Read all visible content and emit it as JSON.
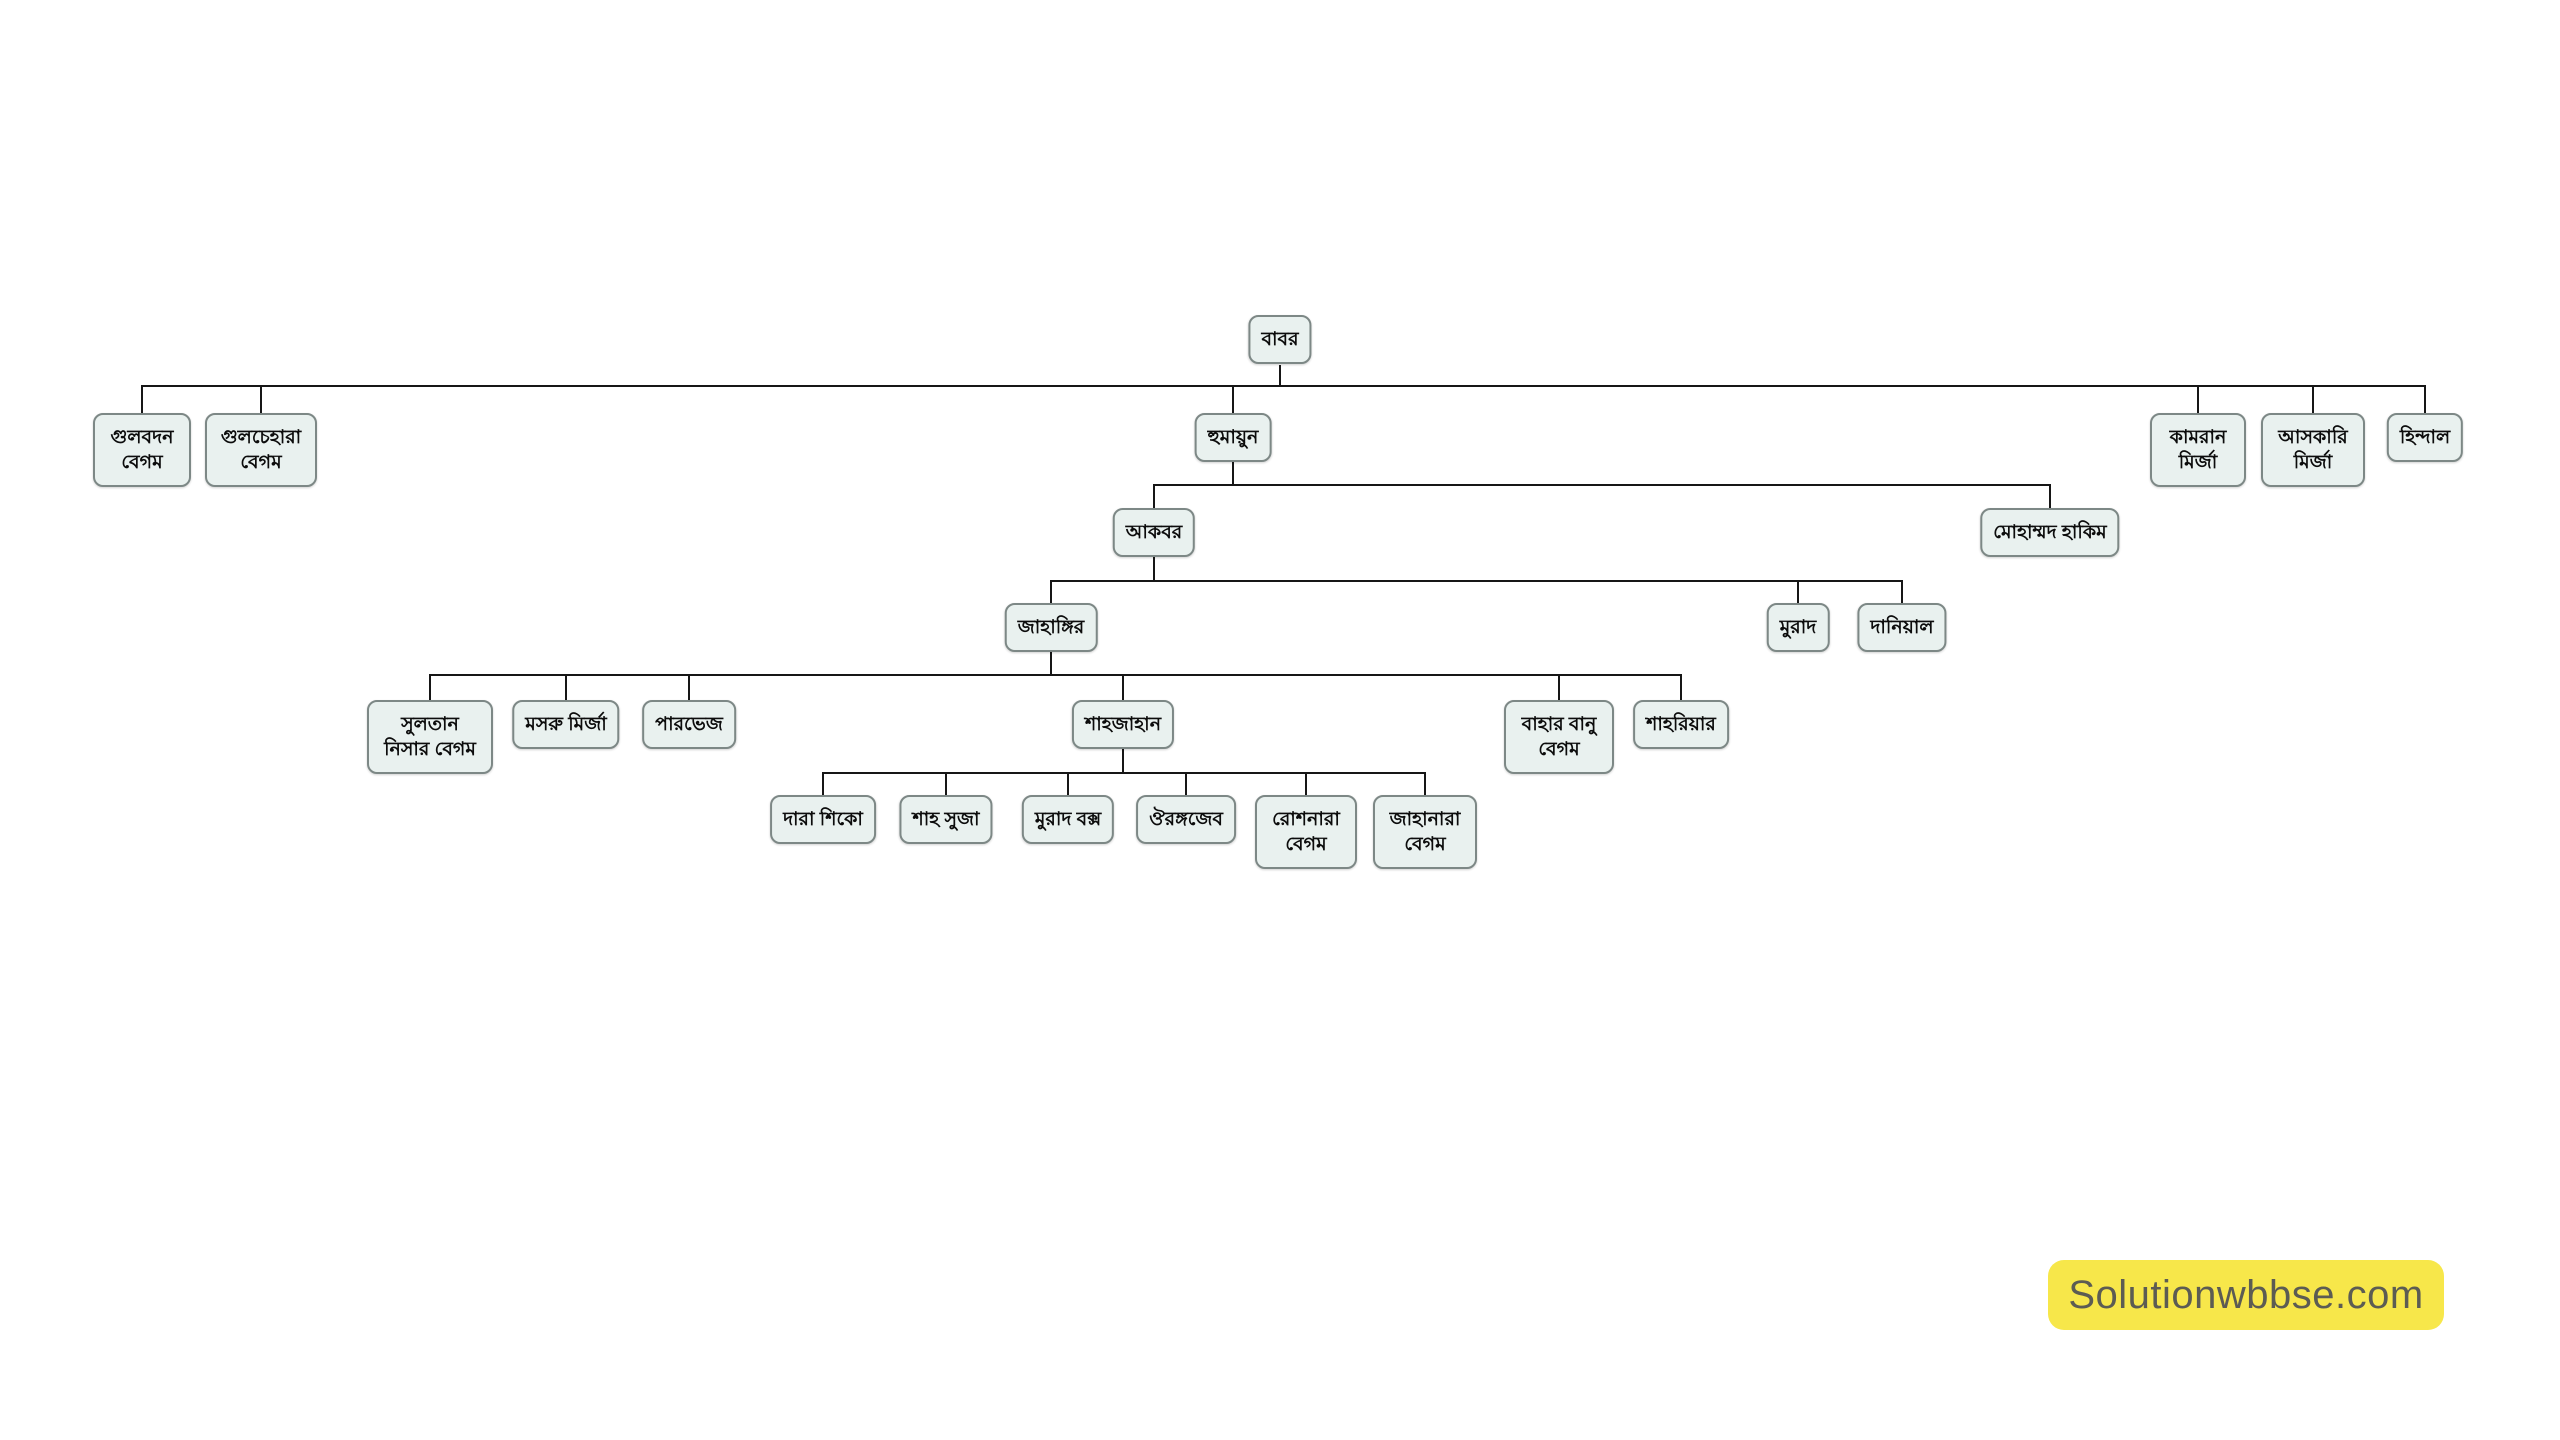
{
  "colors": {
    "background": "#ffffff",
    "node_fill": "#e9f1ef",
    "node_border": "#7d8886",
    "connector_line": "#161616",
    "badge_background": "#f7e74a",
    "badge_text": "#5c5c53"
  },
  "tree": {
    "nodes": {
      "babur": "বাবর",
      "gulbadan": "গুলবদন বেগম",
      "gulchehara": "গুলচেহারা বেগম",
      "humayun": "হুমায়ুন",
      "kamran": "কামরান মির্জা",
      "askari": "আসকারি মির্জা",
      "hindal": "হিন্দাল",
      "akbar": "আকবর",
      "hakim": "মোহাম্মদ হাকিম",
      "jahangir": "জাহাঙ্গির",
      "murad": "মুরাদ",
      "daniyal": "দানিয়াল",
      "sultan_nisar": "সুলতান নিসার বেগম",
      "masru": "মসরু মির্জা",
      "parvez": "পারভেজ",
      "shahjahan": "শাহজাহান",
      "bahar_banu": "বাহার বানু বেগম",
      "shahriyar": "শাহরিয়ার",
      "dara": "দারা শিকো",
      "suja": "শাহ সুজা",
      "murad_baksh": "মুরাদ বক্স",
      "aurangzeb": "ঔরঙ্গজেব",
      "roshanara": "রোশনারা বেগম",
      "jahanara": "জাহানারা বেগম"
    },
    "edges": [
      {
        "parent": "babur",
        "children": [
          "gulbadan",
          "gulchehara",
          "humayun",
          "kamran",
          "askari",
          "hindal"
        ]
      },
      {
        "parent": "humayun",
        "children": [
          "akbar",
          "hakim"
        ]
      },
      {
        "parent": "akbar",
        "children": [
          "jahangir",
          "murad",
          "daniyal"
        ]
      },
      {
        "parent": "jahangir",
        "children": [
          "sultan_nisar",
          "masru",
          "parvez",
          "shahjahan",
          "bahar_banu",
          "shahriyar"
        ]
      },
      {
        "parent": "shahjahan",
        "children": [
          "dara",
          "suja",
          "murad_baksh",
          "aurangzeb",
          "roshanara",
          "jahanara"
        ]
      }
    ]
  },
  "watermark": "Solutionwbbse.com"
}
